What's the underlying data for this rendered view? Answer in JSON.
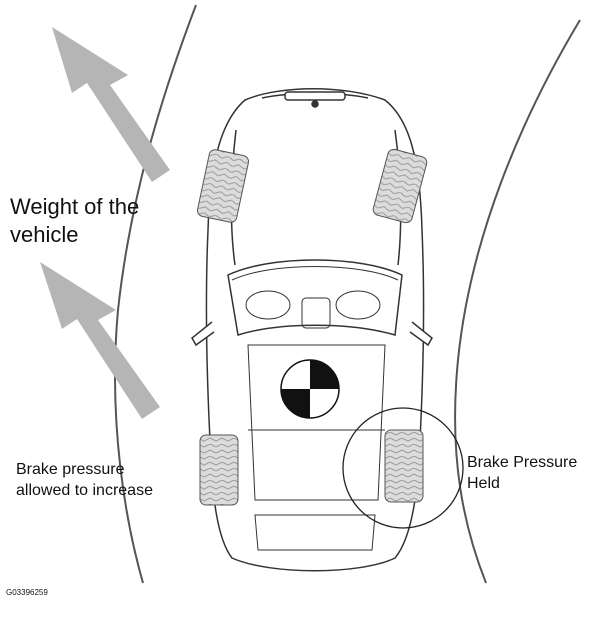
{
  "labels": {
    "weight_line1": "Weight of the",
    "weight_line2": "vehicle",
    "brake_left_line1": "Brake pressure",
    "brake_left_line2": "allowed to increase",
    "brake_right_line1": "Brake Pressure",
    "brake_right_line2": "Held",
    "figure_code": "G03396259"
  },
  "colors": {
    "arrow": "#b3b3b3",
    "tire": "#d9d9d9",
    "line": "#333333"
  }
}
